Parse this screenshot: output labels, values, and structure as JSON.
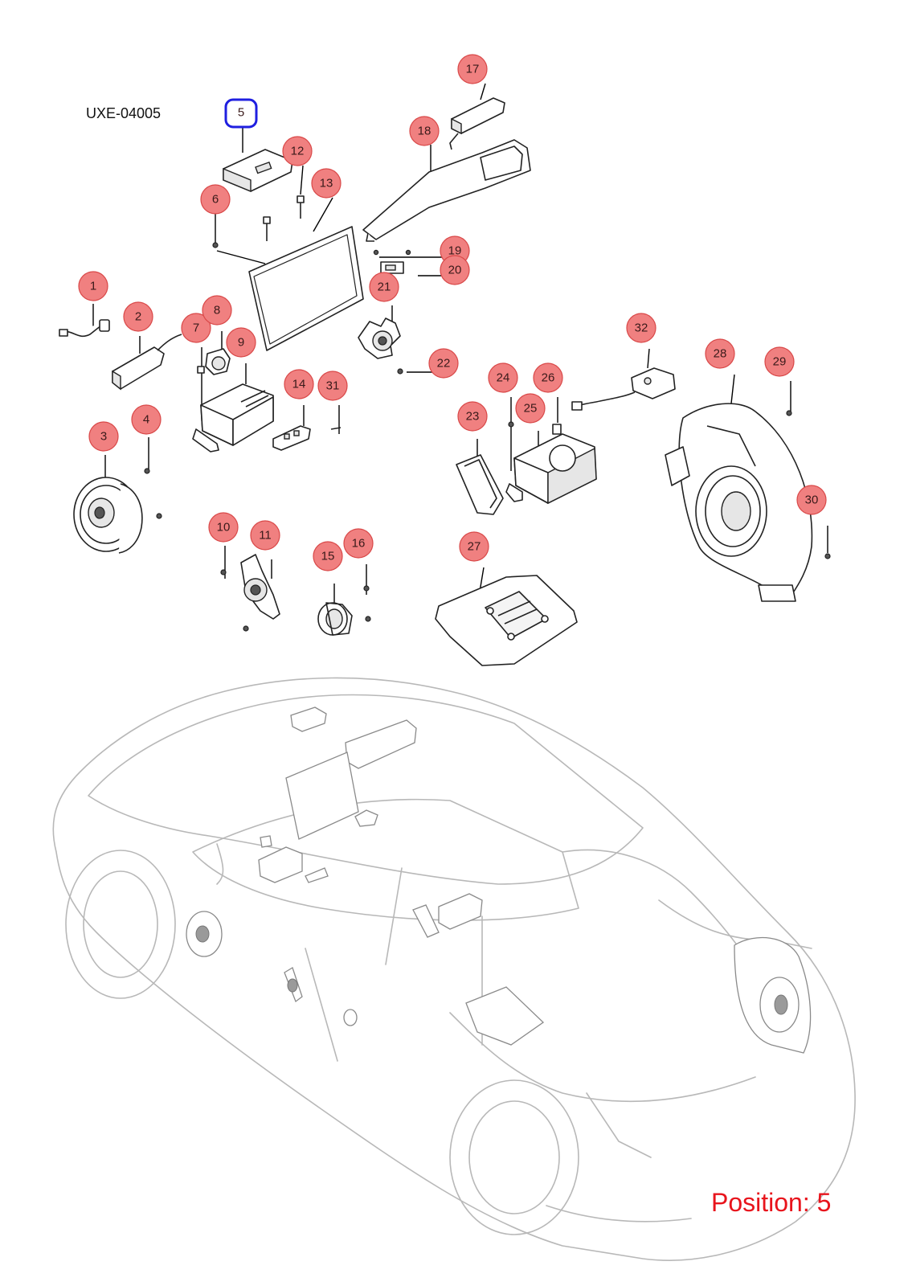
{
  "diagram": {
    "code": "UXE-04005",
    "position_text": "Position: 5",
    "selected_callout": "5",
    "colors": {
      "callout_fill": "#f08080",
      "callout_stroke": "#d94848",
      "selected_outline": "#1f1fe0",
      "position_text": "#e8141c"
    },
    "callouts": [
      "1",
      "2",
      "3",
      "4",
      "5",
      "6",
      "7",
      "8",
      "9",
      "10",
      "11",
      "12",
      "13",
      "14",
      "15",
      "16",
      "17",
      "18",
      "19",
      "20",
      "21",
      "22",
      "23",
      "24",
      "25",
      "26",
      "27",
      "28",
      "29",
      "30",
      "31",
      "32"
    ]
  }
}
